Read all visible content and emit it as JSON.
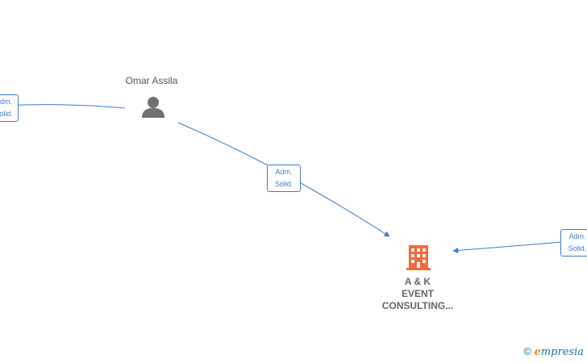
{
  "nodes": {
    "person": {
      "name": "Omar Assila",
      "icon": "person-icon"
    },
    "company": {
      "name_lines": [
        "A & K",
        "EVENT",
        "CONSULTING..."
      ],
      "icon": "building-icon"
    }
  },
  "edges": [
    {
      "id": "left-offscreen-to-person",
      "label_lines": [
        "Adm.",
        "Solid."
      ]
    },
    {
      "id": "person-to-company",
      "label_lines": [
        "Adm.",
        "Solid."
      ]
    },
    {
      "id": "right-offscreen-to-company",
      "label_lines": [
        "Adm.",
        "Solid."
      ]
    }
  ],
  "watermark": {
    "copyright_symbol": "©",
    "brand_initial": "e",
    "brand_rest": "mpresia"
  },
  "colors": {
    "edge": "#3d7cc9",
    "person_icon": "#707070",
    "company_icon": "#f26a3d",
    "label_text": "#555555"
  }
}
